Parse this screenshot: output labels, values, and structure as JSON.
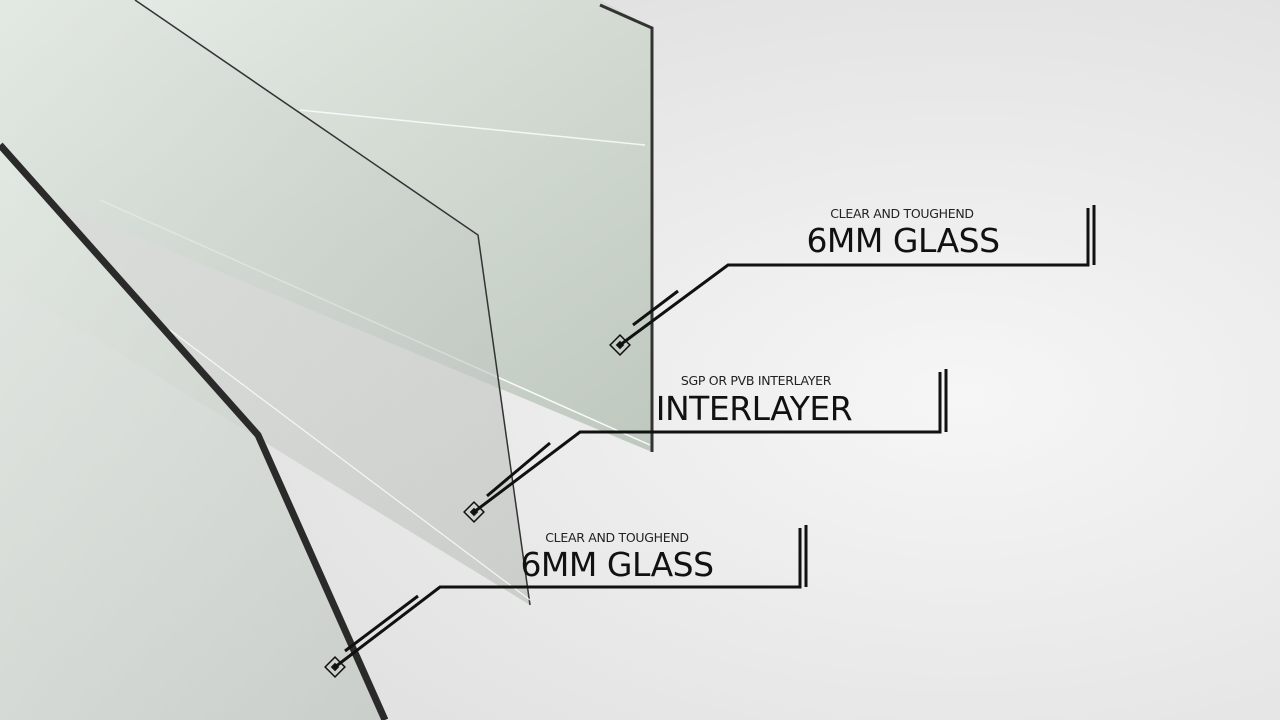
{
  "title": "Laminated glass layers",
  "colors": {
    "background": "#f0f0f0",
    "glass": "#c9d3c9",
    "edge": "#222222",
    "callout": "#111111"
  },
  "callouts": [
    {
      "subtitle": "CLEAR AND TOUGHEND",
      "title": "6MM GLASS"
    },
    {
      "subtitle": "SGP OR PVB INTERLAYER",
      "title": "INTERLAYER"
    },
    {
      "subtitle": "CLEAR AND TOUGHEND",
      "title": "6MM GLASS"
    }
  ]
}
